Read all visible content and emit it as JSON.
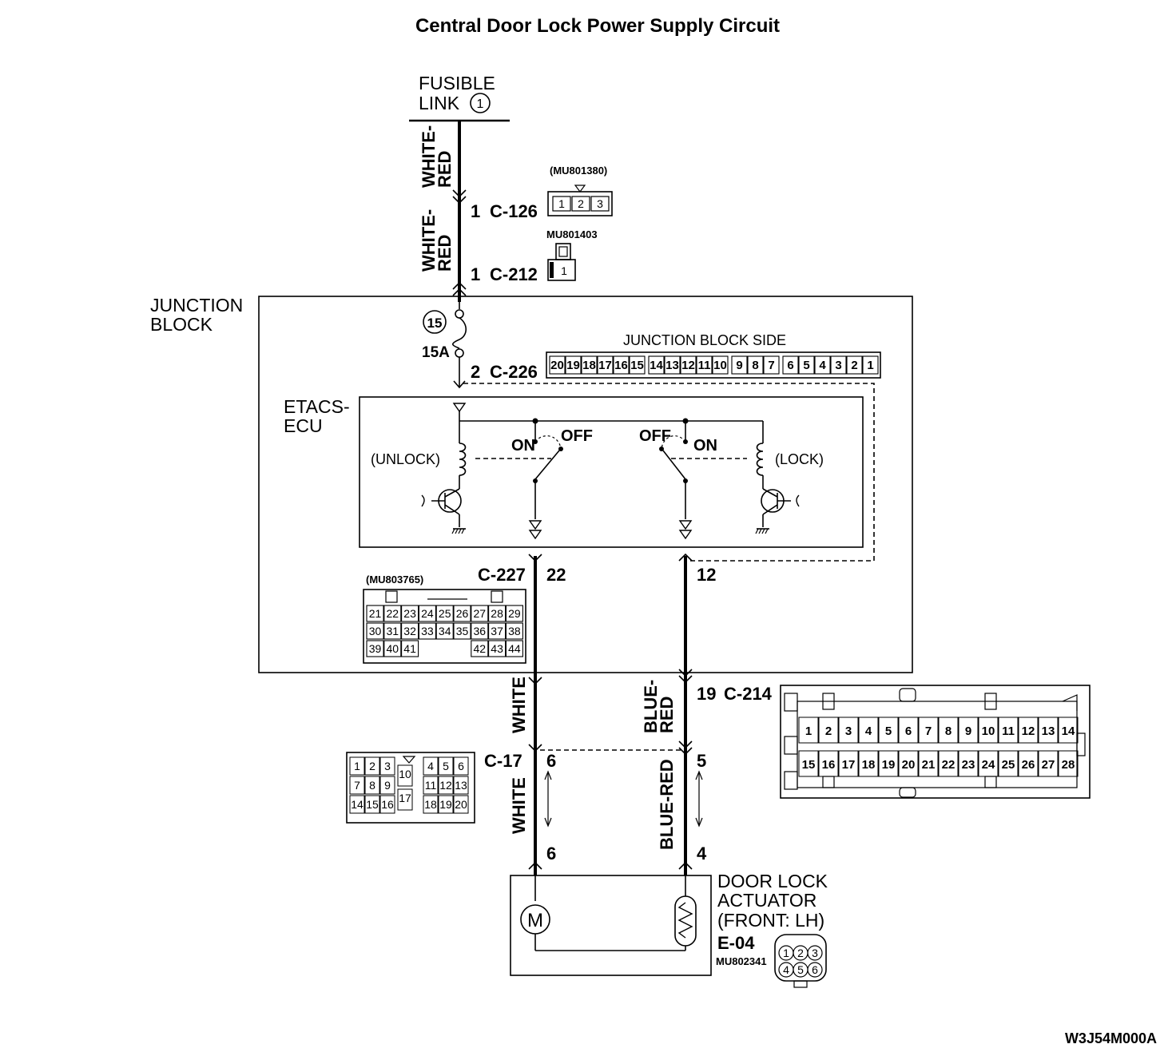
{
  "title": "Central Door Lock Power Supply Circuit",
  "fusible_link": {
    "line1": "FUSIBLE",
    "line2": "LINK",
    "number": "1"
  },
  "junction_block": {
    "line1": "JUNCTION",
    "line2": "BLOCK",
    "side_label": "JUNCTION BLOCK SIDE"
  },
  "fuse": {
    "number": "15",
    "rating": "15A"
  },
  "etacs": {
    "line1": "ETACS-",
    "line2": "ECU",
    "unlock": "(UNLOCK)",
    "lock": "(LOCK)",
    "on": "ON",
    "off": "OFF"
  },
  "connectors": {
    "c126": {
      "pin": "1",
      "ref": "C-126",
      "part": "(MU801380)",
      "pins": [
        "1",
        "2",
        "3"
      ]
    },
    "c212": {
      "pin": "1",
      "ref": "C-212",
      "part": "MU801403",
      "pins": [
        "1"
      ]
    },
    "c226": {
      "pin": "2",
      "ref": "C-226",
      "pins": [
        "20",
        "19",
        "18",
        "17",
        "16",
        "15",
        "14",
        "13",
        "12",
        "11",
        "10",
        "9",
        "8",
        "7",
        "6",
        "5",
        "4",
        "3",
        "2",
        "1"
      ]
    },
    "c227": {
      "ref": "C-227",
      "pin_left": "22",
      "pin_right": "12",
      "part": "(MU803765)",
      "rows": [
        [
          "21",
          "22",
          "23",
          "24",
          "25",
          "26",
          "27",
          "28",
          "29"
        ],
        [
          "30",
          "31",
          "32",
          "33",
          "34",
          "35",
          "36",
          "37",
          "38"
        ],
        [
          "39",
          "40",
          "41",
          "",
          "",
          "",
          "42",
          "43",
          "44"
        ]
      ]
    },
    "c214": {
      "pin": "19",
      "ref": "C-214",
      "row1": [
        "1",
        "2",
        "3",
        "4",
        "5",
        "6",
        "7",
        "8",
        "9",
        "10",
        "11",
        "12",
        "13",
        "14"
      ],
      "row2": [
        "15",
        "16",
        "17",
        "18",
        "19",
        "20",
        "21",
        "22",
        "23",
        "24",
        "25",
        "26",
        "27",
        "28"
      ]
    },
    "c17": {
      "ref": "C-17",
      "pin_left": "6",
      "pin_right": "5",
      "rows": [
        [
          "1",
          "2",
          "3",
          "",
          "4",
          "5",
          "6"
        ],
        [
          "7",
          "8",
          "9",
          "10",
          "11",
          "12",
          "13"
        ],
        [
          "14",
          "15",
          "16",
          "17",
          "18",
          "19",
          "20"
        ]
      ]
    },
    "e04": {
      "ref": "E-04",
      "part": "MU802341",
      "pin_left": "6",
      "pin_right": "4",
      "pins": [
        "1",
        "2",
        "3",
        "4",
        "5",
        "6"
      ]
    }
  },
  "wires": {
    "top1": "WHITE-",
    "top1b": "RED",
    "top2": "WHITE-",
    "top2b": "RED",
    "white1": "WHITE",
    "bluered1": "BLUE-",
    "bluered1b": "RED",
    "white2": "WHITE",
    "bluered2": "BLUE-RED"
  },
  "actuator": {
    "line1": "DOOR LOCK",
    "line2": "ACTUATOR",
    "line3": "(FRONT: LH)",
    "motor": "M"
  },
  "code": "W3J54M000A"
}
